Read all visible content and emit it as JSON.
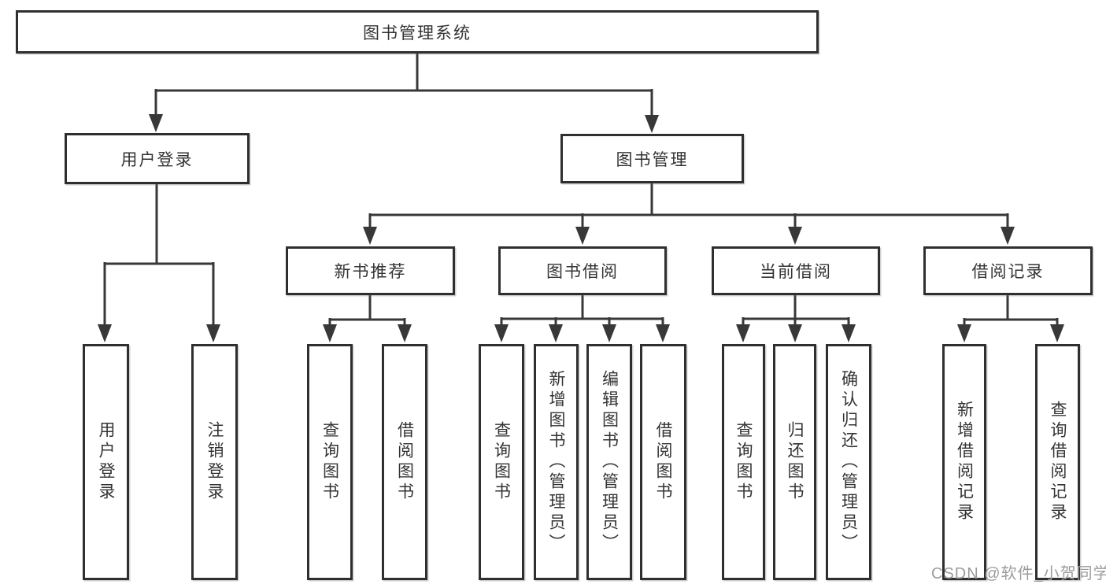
{
  "diagram": {
    "root": {
      "label": "图书管理系统"
    },
    "branches": [
      {
        "label": "用户登录",
        "children": [
          {
            "label": "用户登录"
          },
          {
            "label": "注销登录"
          }
        ]
      },
      {
        "label": "图书管理",
        "sections": [
          {
            "label": "新书推荐",
            "children": [
              {
                "label": "查询图书"
              },
              {
                "label": "借阅图书"
              }
            ]
          },
          {
            "label": "图书借阅",
            "children": [
              {
                "label": "查询图书"
              },
              {
                "label": "新增图书（管理员）"
              },
              {
                "label": "编辑图书（管理员）"
              },
              {
                "label": "借阅图书"
              }
            ]
          },
          {
            "label": "当前借阅",
            "children": [
              {
                "label": "查询图书"
              },
              {
                "label": "归还图书"
              },
              {
                "label": "确认归还（管理员）"
              }
            ]
          },
          {
            "label": "借阅记录",
            "children": [
              {
                "label": "新增借阅记录"
              },
              {
                "label": "查询借阅记录"
              }
            ]
          }
        ]
      }
    ]
  },
  "watermark": {
    "text": "CSDN @软件_小贺同学"
  },
  "colors": {
    "line": "#383838",
    "box_border": "#2f2f2f",
    "text": "#333333",
    "watermark": "#9c9c9c",
    "background": "#ffffff"
  }
}
